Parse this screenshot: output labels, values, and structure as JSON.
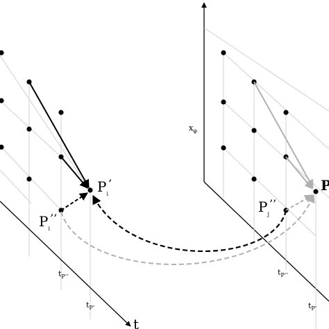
{
  "labels": {
    "pi_prime": {
      "main": "P",
      "sub": "i",
      "mark": "’"
    },
    "pi_double": {
      "main": "P",
      "sub": "i",
      "mark": "’’"
    },
    "pj_double": {
      "main": "P",
      "sub": "j",
      "mark": "’’"
    },
    "pj_prime_cut": {
      "main": "P"
    },
    "xphi": {
      "main": "x",
      "sub": "φ"
    },
    "t_axis": {
      "main": "t"
    },
    "tp2_left": {
      "main": "t",
      "sub": "P’’"
    },
    "tp1_left": {
      "main": "t",
      "sub": "P’"
    },
    "tp2_right": {
      "main": "t",
      "sub": "P’’"
    },
    "tp1_right": {
      "main": "t",
      "sub": "P’"
    }
  },
  "colors": {
    "ink": "#000000",
    "gray_arrow": "#b0b0b0",
    "guide": "#d0d0d0"
  }
}
